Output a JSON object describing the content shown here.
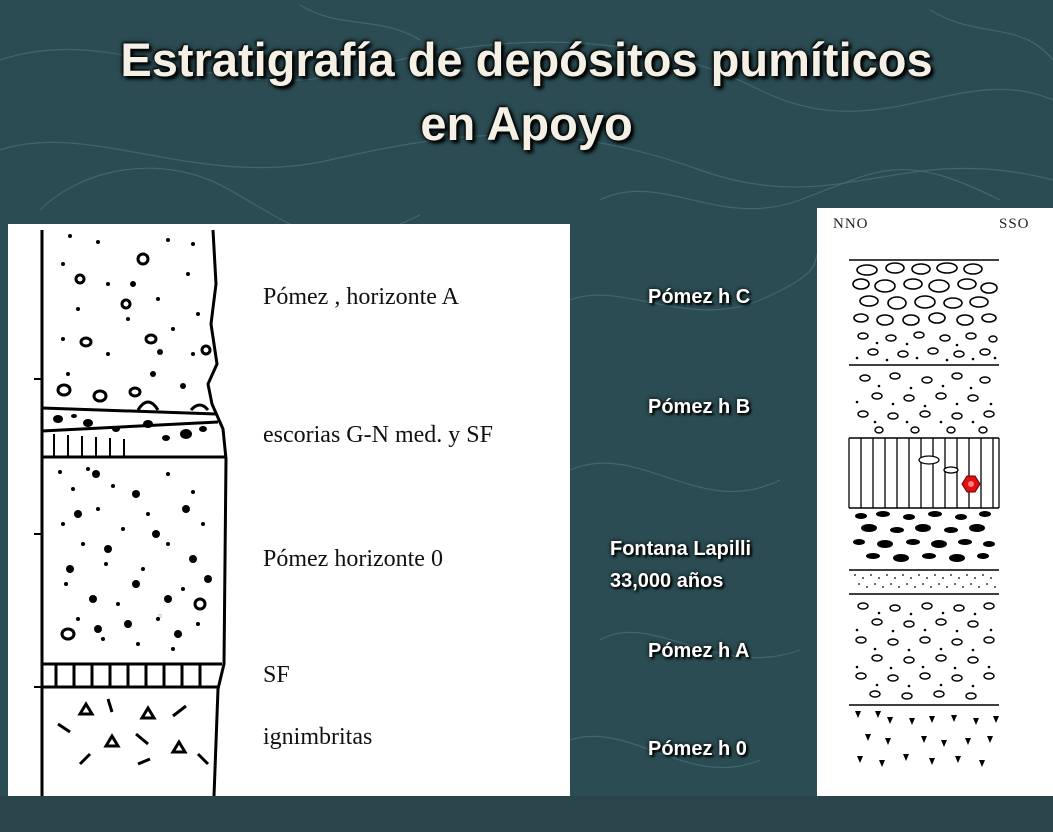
{
  "title": {
    "line1": "Estratigrafía de depósitos pumíticos",
    "line2": "en Apoyo"
  },
  "left_column": {
    "labels": [
      "Pómez , horizonte A",
      "escorias G-N med. y SF",
      "Pómez horizonte 0",
      "SF",
      "ignimbritas"
    ]
  },
  "middle_labels": {
    "pomez_c": "Pómez h C",
    "pomez_b": "Pómez h B",
    "fontana_line1": "Fontana Lapilli",
    "fontana_line2": "33,000 años",
    "pomez_a": "Pómez h A",
    "pomez_0": "Pómez h  0"
  },
  "right_column": {
    "left_direction": "NNO",
    "right_direction": "SSO"
  },
  "colors": {
    "background": "#2b4c52",
    "title_text": "#f4f0e6",
    "marker": "#e01010"
  }
}
